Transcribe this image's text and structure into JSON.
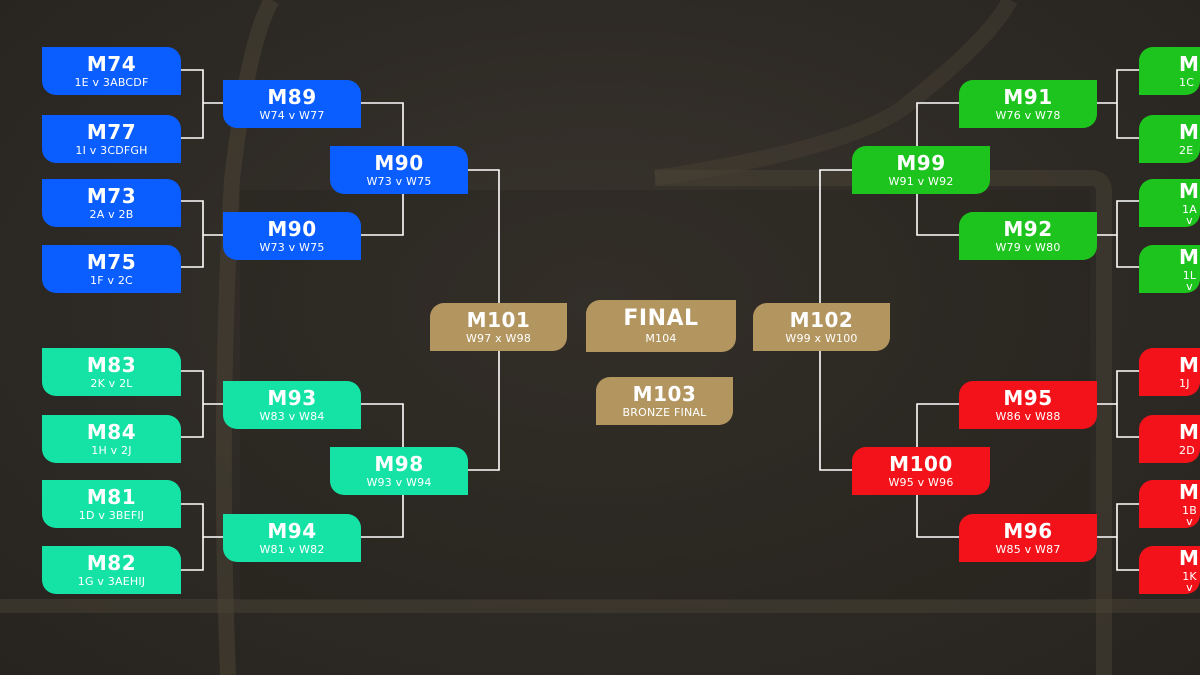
{
  "colors": {
    "blue": "#0a5dff",
    "teal": "#15e3a6",
    "green": "#1ec41e",
    "red": "#f3121a",
    "gold": "#b3965f",
    "background": "#2e2a25",
    "connector": "#ffffff"
  },
  "left_top": {
    "r32": [
      {
        "id": "M74",
        "sub": "1E v 3ABCDF"
      },
      {
        "id": "M77",
        "sub": "1I v 3CDFGH"
      },
      {
        "id": "M73",
        "sub": "2A v 2B"
      },
      {
        "id": "M75",
        "sub": "1F v 2C"
      }
    ],
    "r16": [
      {
        "id": "M89",
        "sub": "W74 v W77"
      },
      {
        "id": "M90",
        "sub": "W73 v W75"
      }
    ],
    "qf": {
      "id": "M90",
      "sub": "W73 v W75"
    }
  },
  "left_bottom": {
    "r32": [
      {
        "id": "M83",
        "sub": "2K v 2L"
      },
      {
        "id": "M84",
        "sub": "1H v 2J"
      },
      {
        "id": "M81",
        "sub": "1D v 3BEFIJ"
      },
      {
        "id": "M82",
        "sub": "1G v 3AEHIJ"
      }
    ],
    "r16": [
      {
        "id": "M93",
        "sub": "W83 v W84"
      },
      {
        "id": "M94",
        "sub": "W81 v W82"
      }
    ],
    "qf": {
      "id": "M98",
      "sub": "W93 v W94"
    }
  },
  "right_top": {
    "r32": [
      {
        "id": "M",
        "sub": "1C"
      },
      {
        "id": "M",
        "sub": "2E"
      },
      {
        "id": "M",
        "sub": "1A v"
      },
      {
        "id": "M",
        "sub": "1L v"
      }
    ],
    "r16": [
      {
        "id": "M91",
        "sub": "W76 v W78"
      },
      {
        "id": "M92",
        "sub": "W79 v W80"
      }
    ],
    "qf": {
      "id": "M99",
      "sub": "W91 v W92"
    }
  },
  "right_bottom": {
    "r32": [
      {
        "id": "M",
        "sub": "1J"
      },
      {
        "id": "M",
        "sub": "2D"
      },
      {
        "id": "M",
        "sub": "1B v"
      },
      {
        "id": "M",
        "sub": "1K v"
      }
    ],
    "r16": [
      {
        "id": "M95",
        "sub": "W86 v W88"
      },
      {
        "id": "M96",
        "sub": "W85 v W87"
      }
    ],
    "qf": {
      "id": "M100",
      "sub": "W95 v W96"
    }
  },
  "semis": [
    {
      "id": "M101",
      "sub": "W97 x W98"
    },
    {
      "id": "M102",
      "sub": "W99 x W100"
    }
  ],
  "final": {
    "id": "FINAL",
    "sub": "M104"
  },
  "bronze": {
    "id": "M103",
    "sub": "BRONZE FINAL"
  }
}
